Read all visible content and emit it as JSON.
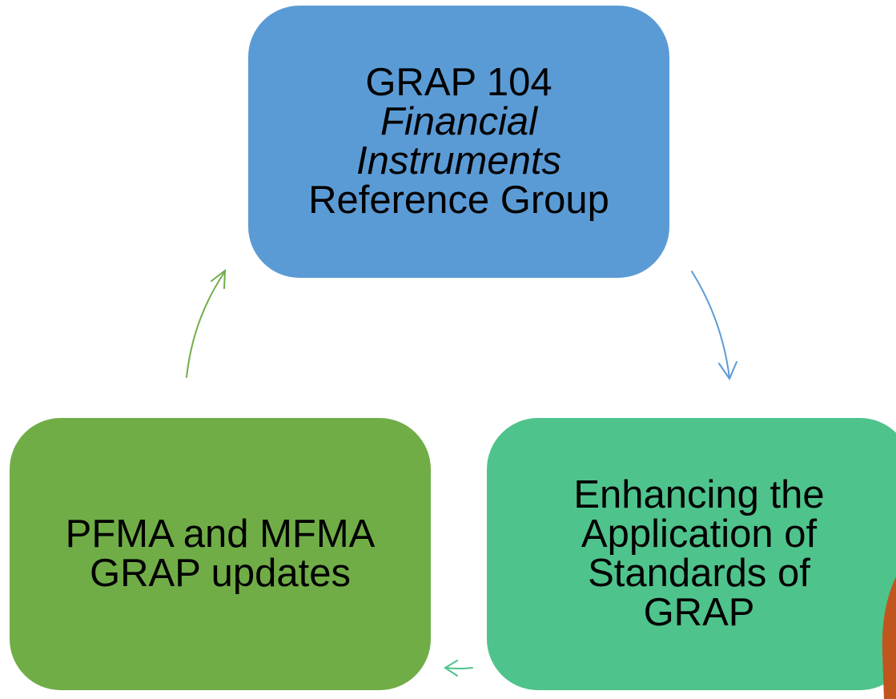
{
  "nodes": {
    "top": {
      "line1": "GRAP 104",
      "line2": "Financial",
      "line3": "Instruments",
      "line4": "Reference Group",
      "color": "#5b9bd5"
    },
    "right": {
      "line1": "Enhancing the",
      "line2": "Application of",
      "line3": "Standards of",
      "line4": "GRAP",
      "color": "#4fc38c"
    },
    "left": {
      "line1": "PFMA and MFMA",
      "line2": "GRAP updates",
      "color": "#70ad47"
    }
  },
  "arrows": {
    "top_to_right": {
      "color": "#5b9bd5"
    },
    "right_to_left": {
      "color": "#4fc38c"
    },
    "left_to_top": {
      "color": "#70ad47"
    }
  },
  "decoration": {
    "corner_photo_color": "#c0561e"
  }
}
